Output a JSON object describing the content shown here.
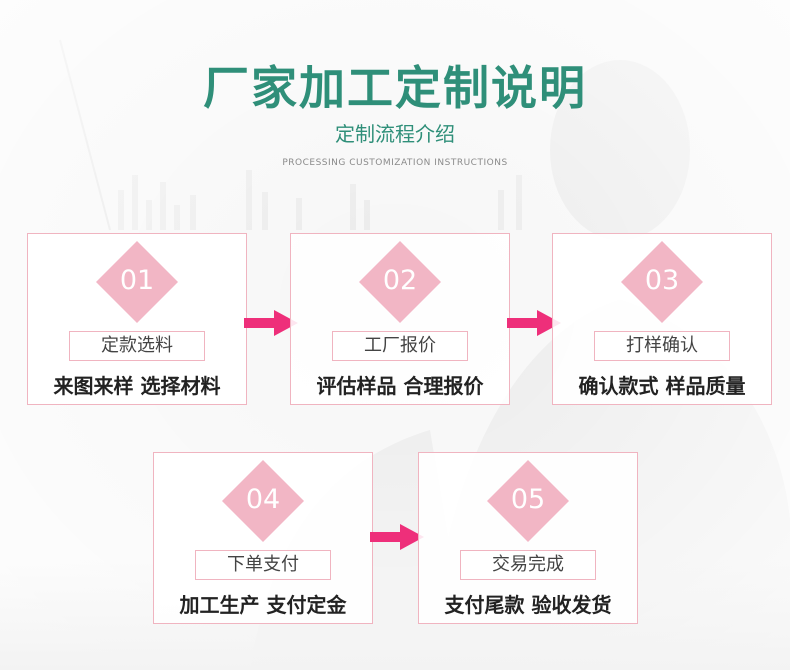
{
  "header": {
    "title": "厂家加工定制说明",
    "subtitle": "定制流程介绍",
    "subtitle_en": "PROCESSING CUSTOMIZATION INSTRUCTIONS"
  },
  "steps": [
    {
      "number": "01",
      "label": "定款选料",
      "desc": "来图来样 选择材料"
    },
    {
      "number": "02",
      "label": "工厂报价",
      "desc": "评估样品 合理报价"
    },
    {
      "number": "03",
      "label": "打样确认",
      "desc": "确认款式 样品质量"
    },
    {
      "number": "04",
      "label": "下单支付",
      "desc": "加工生产 支付定金"
    },
    {
      "number": "05",
      "label": "交易完成",
      "desc": "支付尾款 验收发货"
    }
  ],
  "colors": {
    "accent_green": "#2f8f79",
    "accent_pink": "#f2b6c5",
    "arrow_pink": "#ee2f7a",
    "border_pink": "#f0b4c0"
  }
}
